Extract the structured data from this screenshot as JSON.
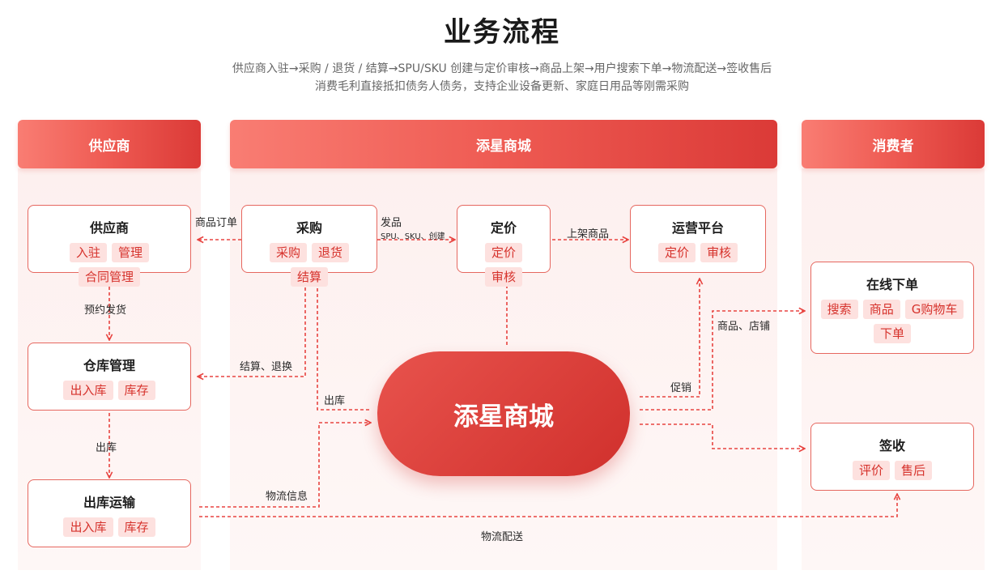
{
  "header": {
    "title": "业务流程",
    "subtitle_1": "供应商入驻→采购 / 退货 / 结算→SPU/SKU 创建与定价审核→商品上架→用户搜索下单→物流配送→签收售后",
    "subtitle_2": "消费毛利直接抵扣债务人债务，支持企业设备更新、家庭日用品等刚需采购"
  },
  "columns": {
    "supplier": "供应商",
    "mall": "添星商城",
    "consumer": "消费者"
  },
  "nodes": {
    "supplier": {
      "title": "供应商",
      "tags": [
        "入驻",
        "管理",
        "合同管理"
      ]
    },
    "warehouse": {
      "title": "仓库管理",
      "tags": [
        "出入库",
        "库存"
      ]
    },
    "shipping": {
      "title": "出库运输",
      "tags": [
        "出入库",
        "库存"
      ]
    },
    "purchase": {
      "title": "采购",
      "tags": [
        "采购",
        "退货",
        "结算"
      ]
    },
    "pricing": {
      "title": "定价",
      "tags": [
        "定价",
        "审核"
      ]
    },
    "operation": {
      "title": "运营平台",
      "tags": [
        "定价",
        "审核"
      ]
    },
    "order": {
      "title": "在线下单",
      "tags": [
        "搜索",
        "商品",
        "G购物车",
        "下单"
      ]
    },
    "receipt": {
      "title": "签收",
      "tags": [
        "评价",
        "售后"
      ]
    },
    "hub": {
      "title": "添星商城"
    }
  },
  "edge_labels": {
    "product_order": "商品订单",
    "ship_goods": "发品",
    "create_items": "SPU、SKU、创建",
    "list_goods": "上架商品",
    "reserve_ship": "预约发货",
    "settle_return": "结算、退换",
    "outbound_mall": "出库",
    "outbound": "出库",
    "logistics_info": "物流信息",
    "logistics_delivery": "物流配送",
    "goods_store": "商品、店铺",
    "promotion": "促销"
  },
  "colors": {
    "accent": "#e8403a",
    "line": "#e84440",
    "tag_bg": "#fde1df",
    "tag_text": "#d6322c",
    "panel_bg": "#fdf0ef"
  }
}
